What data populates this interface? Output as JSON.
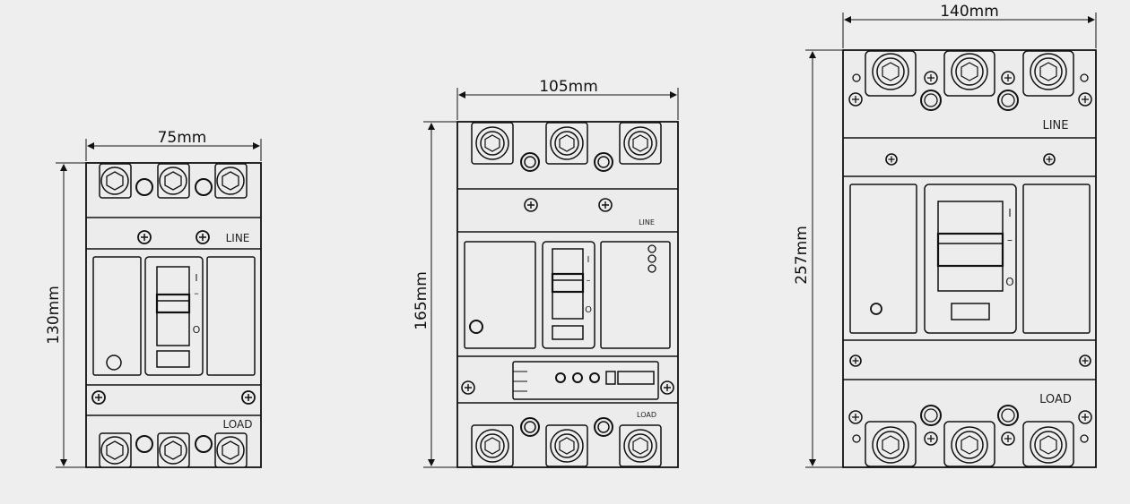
{
  "breakers": [
    {
      "id": "small",
      "width_label": "75mm",
      "height_label": "130mm",
      "line_label": "LINE",
      "load_label": "LOAD",
      "on_mark": "I",
      "off_mark": "O",
      "mid_mark": "–"
    },
    {
      "id": "medium",
      "width_label": "105mm",
      "height_label": "165mm",
      "line_label": "LINE",
      "load_label": "LOAD",
      "on_mark": "I",
      "off_mark": "O",
      "mid_mark": "–"
    },
    {
      "id": "large",
      "width_label": "140mm",
      "height_label": "257mm",
      "line_label": "LINE",
      "load_label": "LOAD",
      "on_mark": "I",
      "off_mark": "O",
      "mid_mark": "–"
    }
  ]
}
